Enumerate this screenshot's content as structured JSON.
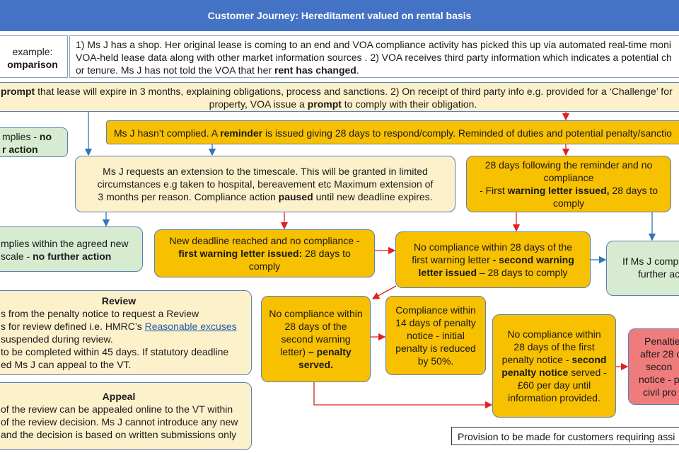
{
  "title": "Customer Journey: Hereditament valued on rental basis",
  "example_label": [
    "example:",
    "omparison"
  ],
  "scenario": {
    "p1": "1) Ms J has a shop. Her original lease is coming to an end and VOA compliance activity has picked this up via automated real-time moni",
    "p2": "VOA-held lease data along with other market information sources . 2) VOA receives third party information which indicates a potential ch",
    "p3a": "or tenure. Ms J has not told the VOA that her ",
    "p3b": "rent has changed",
    "p3c": "."
  },
  "prompt_box": {
    "l1a": "prompt",
    "l1b": " that lease will expire in 3 months, explaining obligations, process and sanctions. 2) On receipt of third party info e.g. provided for a ‘Challenge’ for",
    "l2a": "property, VOA issue a ",
    "l2b": "prompt",
    "l2c": " to comply with their obligation."
  },
  "complies_left": {
    "a": "mplies - ",
    "b": "no",
    "c": "r action"
  },
  "reminder": {
    "a": "Ms J hasn’t complied. A ",
    "b": "reminder",
    "c": " is issued giving 28 days to respond/comply. Reminded of duties and potential penalty/sanctio"
  },
  "extension": {
    "a": "Ms J requests an extension to the timescale. This will be granted in limited circumstances e.g taken to hospital, bereavement etc  Maximum extension of 3 months per reason. Compliance action ",
    "b": "paused",
    "c": " until new deadline expires."
  },
  "days28_reminder": {
    "a": "28 days following the reminder and no compliance",
    "b": "- First ",
    "c": "warning letter issued,",
    "d": " 28 days to comply"
  },
  "complies_agreed": {
    "a": "mplies within the agreed new",
    "b": "scale - ",
    "c": "no further action"
  },
  "new_deadline": {
    "a": "New deadline reached and no compliance -",
    "b": "first warning letter issued:",
    "c": " 28 days to comply"
  },
  "second_warning": {
    "a": "No compliance within 28 days of the first warning letter",
    "b": " - second warning letter issued",
    "c": " – 28 days to comply"
  },
  "complies_right": {
    "a": "If Ms J comp",
    "b": "further act"
  },
  "review": {
    "title": "Review",
    "l1": "s from the penalty notice to request a Review",
    "l2a": "s for review defined i.e. HMRC’s ",
    "l2b": "Reasonable excuses",
    "l3": " suspended during review.",
    "l4": " to be completed within 45 days. If statutory  deadline",
    "l5": "ed Ms J can appeal to the VT."
  },
  "penalty_served": {
    "a": "No compliance within 28 days of the second warning letter)",
    "b": " – penalty served."
  },
  "compliance_14": {
    "a": "Compliance within 14 days of penalty notice - initial penalty is reduced by 50%."
  },
  "second_penalty": {
    "a": "No compliance within 28 days of the first penalty notice - ",
    "b": "second penalty notice",
    "c": " served - £60 per day until information provided."
  },
  "penalties_red": {
    "a": "Penaltie",
    "b": "after 28 c",
    "c": "secon",
    "d": "notice - p",
    "e": "civil pro"
  },
  "appeal": {
    "title": "Appeal",
    "l1": " of the review can be appealed online to the VT within",
    "l2": "of the review decision. Ms J cannot introduce any new",
    "l3": " and the decision is based on written submissions only"
  },
  "provision": "Provision to be made for customers requiring assi",
  "colors": {
    "header": "#4472c4",
    "cream": "#fdf1cc",
    "amber": "#f7c000",
    "green": "#d6ebcf",
    "red": "#f07b7b",
    "arrow_red": "#e02020",
    "arrow_blue": "#2e75b6"
  }
}
